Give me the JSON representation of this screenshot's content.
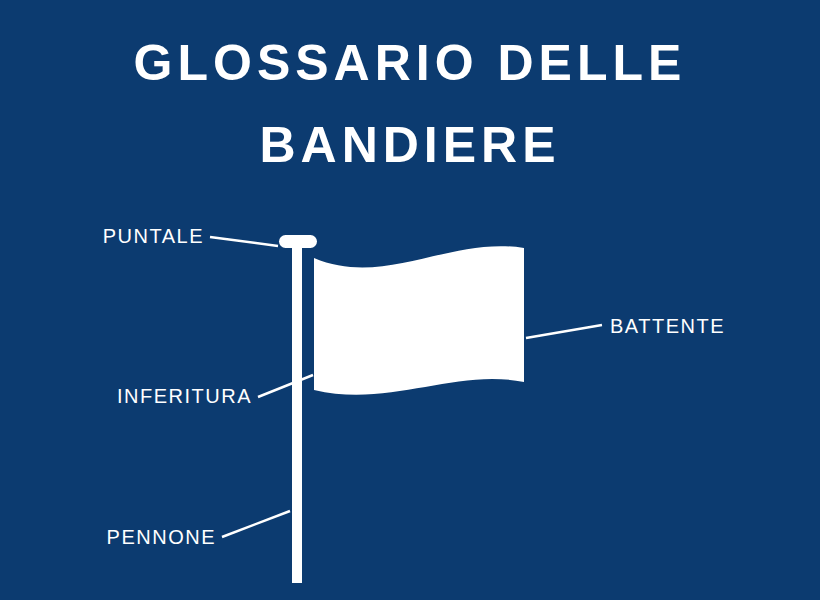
{
  "diagram": {
    "title": "GLOSSARIO DELLE BANDIERE",
    "labels": [
      "PUNTALE",
      "BATTENTE",
      "INFERITURA",
      "PENNONE"
    ]
  }
}
